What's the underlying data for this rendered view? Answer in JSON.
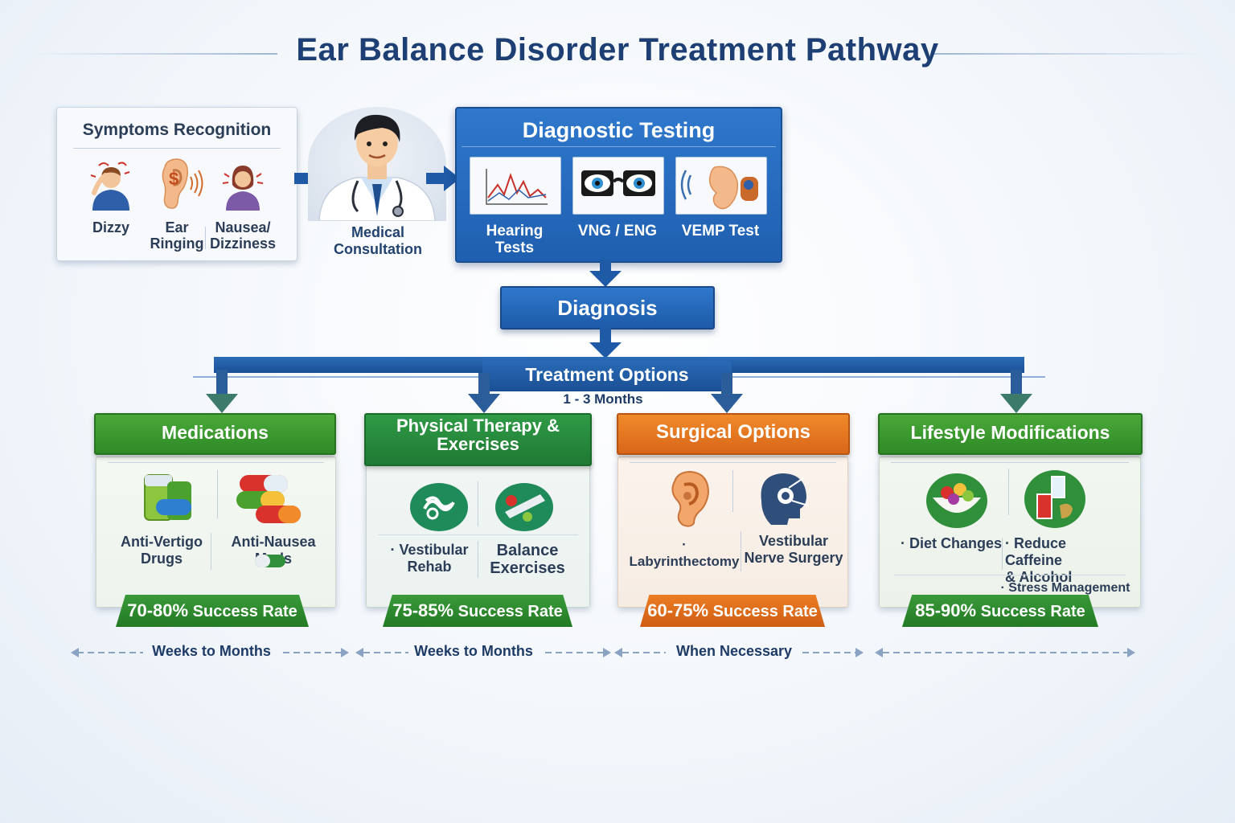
{
  "title": "Ear Balance Disorder Treatment Pathway",
  "symptoms": {
    "header": "Symptoms Recognition",
    "items": [
      {
        "label": "Dizzy",
        "icon": "dizzy-person-icon"
      },
      {
        "label": "Ear\nRinging",
        "icon": "ear-ringing-icon"
      },
      {
        "label": "Nausea/\nDizziness",
        "icon": "nauseous-person-icon"
      }
    ]
  },
  "consultation": {
    "label": "Medical\nConsultation",
    "icon": "doctor-icon"
  },
  "diagnostic": {
    "header": "Diagnostic Testing",
    "tests": [
      {
        "label": "Hearing\nTests",
        "icon": "audiogram-icon"
      },
      {
        "label": "VNG / ENG",
        "icon": "eyes-goggles-icon"
      },
      {
        "label": "VEMP Test",
        "icon": "ear-sound-icon"
      }
    ]
  },
  "diagnosis": "Diagnosis",
  "treatment": {
    "label": "Treatment Options",
    "duration": "1 - 3 Months"
  },
  "cards": [
    {
      "title": "Medications",
      "items": [
        "Anti-Vertigo\nDrugs",
        "Anti-Nausea Meds"
      ],
      "rate_pct": "70-80%",
      "rate_text": "Success Rate",
      "timeline": "Weeks to Months",
      "color": "#3f9e34"
    },
    {
      "title": "Physical Therapy &\nExercises",
      "items": [
        "· Vestibular\nRehab",
        "Balance\nExercises"
      ],
      "rate_pct": "75-85%",
      "rate_text": "Success Rate",
      "timeline": "Weeks to Months",
      "color": "#268a3c"
    },
    {
      "title": "Surgical Options",
      "items": [
        "· Labyrinthectomy",
        "Vestibular\nNerve Surgery"
      ],
      "rate_pct": "60-75%",
      "rate_text": "Success Rate",
      "timeline": "When Necessary",
      "color": "#e67420"
    },
    {
      "title": "Lifestyle Modifications",
      "items": [
        "· Diet Changes",
        "· Reduce Caffeine\n& Alcohol",
        "· Stress Management"
      ],
      "rate_pct": "85-90%",
      "rate_text": "Success Rate",
      "timeline": "",
      "color": "#3f9e34"
    }
  ]
}
